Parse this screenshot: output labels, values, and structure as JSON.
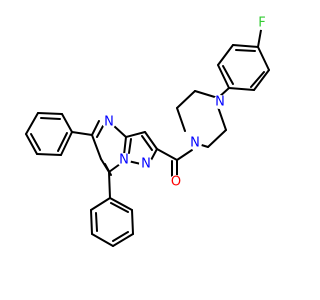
{
  "molecule": {
    "atoms": [
      {
        "id": "N1",
        "element": "N",
        "label": "N",
        "color": "#0000ff"
      },
      {
        "id": "N2",
        "element": "N",
        "label": "N",
        "color": "#0000ff"
      },
      {
        "id": "N3",
        "element": "N",
        "label": "N",
        "color": "#0000ff"
      },
      {
        "id": "N4",
        "element": "N",
        "label": "N",
        "color": "#0000ff"
      },
      {
        "id": "N5",
        "element": "N",
        "label": "N",
        "color": "#0000ff"
      },
      {
        "id": "O1",
        "element": "O",
        "label": "O",
        "color": "#ff0000"
      },
      {
        "id": "F1",
        "element": "F",
        "label": "F",
        "color": "#33cc33"
      }
    ],
    "bond_color": "#000000"
  }
}
